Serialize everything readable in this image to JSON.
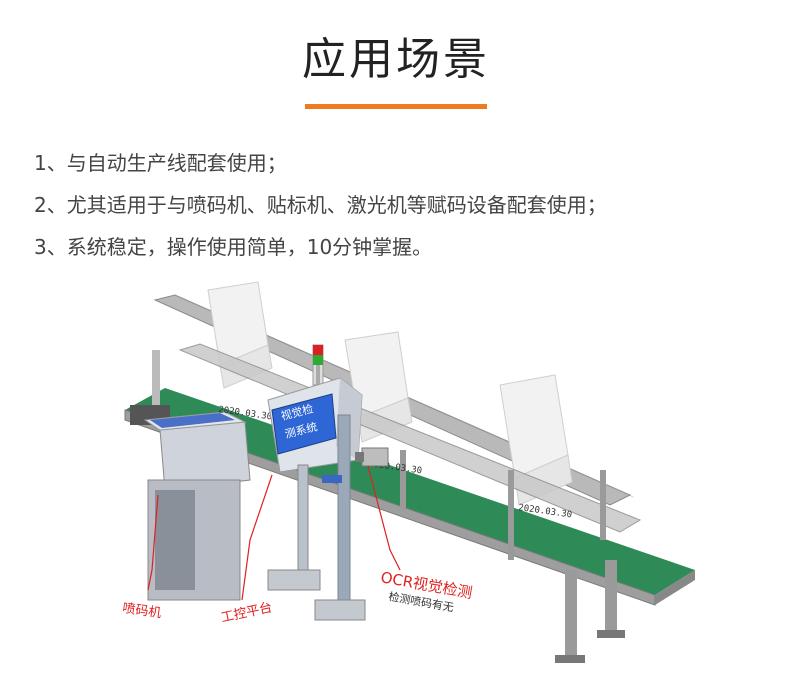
{
  "page": {
    "title": "应用场景",
    "accent_color": "#f07b1e"
  },
  "features": [
    "1、与自动生产线配套使用；",
    "2、尤其适用于与喷码机、贴标机、激光机等赋码设备配套使用；",
    "3、系统稳定，操作使用简单，10分钟掌握。"
  ],
  "scene": {
    "screen_text_line1": "视觉检",
    "screen_text_line2": "测系统",
    "date_code": "2020.03.30",
    "labels": {
      "printer": "喷码机",
      "control_platform": "工控平台",
      "ocr_title": "OCR视觉检测",
      "ocr_subtitle": "检测喷码有无"
    },
    "annotation_color": "#e02020",
    "belt_color": "#2e8b57"
  }
}
